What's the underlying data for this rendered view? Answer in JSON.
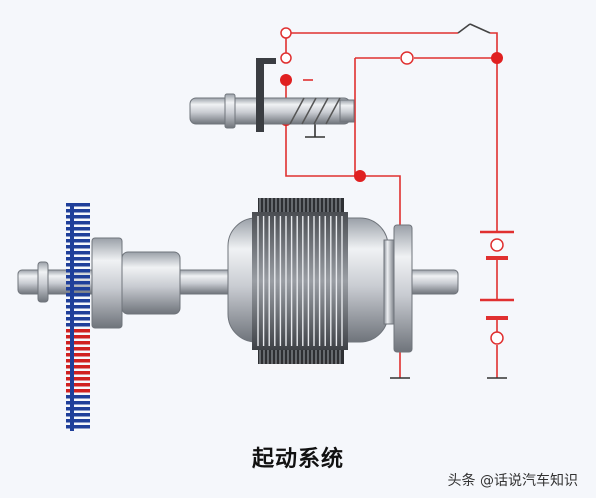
{
  "diagram": {
    "caption": "起动系统",
    "watermark": "头条 @话说汽车知识",
    "colors": {
      "wire": "#e03030",
      "node": "#e02020",
      "gear_teeth_blue": "#1f3f9a",
      "gear_teeth_red": "#d02020",
      "metal_light": "#d6d9de",
      "metal_dark": "#7b7f86",
      "background": "#f5f7fb"
    },
    "components": [
      {
        "name": "flywheel-ring-gear"
      },
      {
        "name": "drive-pinion"
      },
      {
        "name": "armature-shaft"
      },
      {
        "name": "motor-armature"
      },
      {
        "name": "motor-field-windings"
      },
      {
        "name": "commutator-brush-plate"
      },
      {
        "name": "solenoid-plunger"
      },
      {
        "name": "ignition-switch"
      },
      {
        "name": "battery"
      }
    ]
  }
}
